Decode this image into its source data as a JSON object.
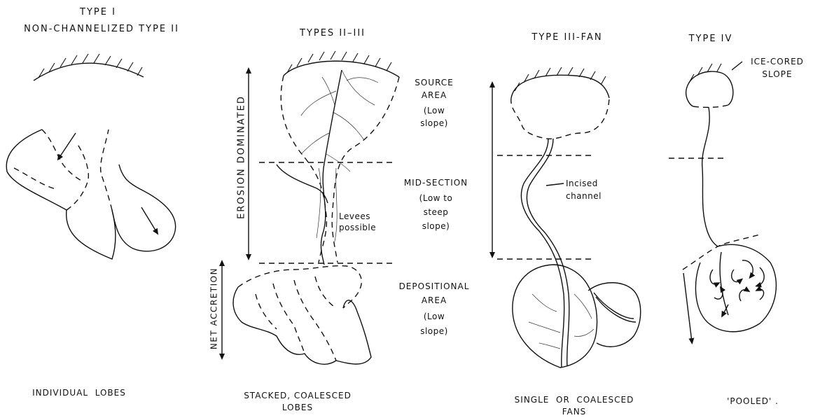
{
  "titles": {
    "type1_a": "TYPE I",
    "type1_b": "NON-CHANNELIZED TYPE II",
    "types2_3": "TYPES II–III",
    "type3_fan": "TYPE III-FAN",
    "type4": "TYPE IV"
  },
  "zones": {
    "source_a": "SOURCE",
    "source_b": "AREA",
    "source_c": "(Low",
    "source_d": "slope)",
    "mid_a": "MID-SECTION",
    "mid_b": "(Low to",
    "mid_c": "steep",
    "mid_d": "slope)",
    "dep_a": "DEPOSITIONAL",
    "dep_b": "AREA",
    "dep_c": "(Low",
    "dep_d": "slope)"
  },
  "annotations": {
    "erosion": "EROSION DOMINATED",
    "accretion": "NET ACCRETION",
    "levees_a": "Levees",
    "levees_b": "possible",
    "incised_a": "Incised",
    "incised_b": "channel",
    "ice_a": "ICE-CORED",
    "ice_b": "SLOPE"
  },
  "captions": {
    "c1": "INDIVIDUAL  LOBES",
    "c2_a": "STACKED, COALESCED",
    "c2_b": "LOBES",
    "c3_a": "SINGLE  OR  COALESCED",
    "c3_b": "FANS",
    "c4": "'POOLED' ."
  }
}
